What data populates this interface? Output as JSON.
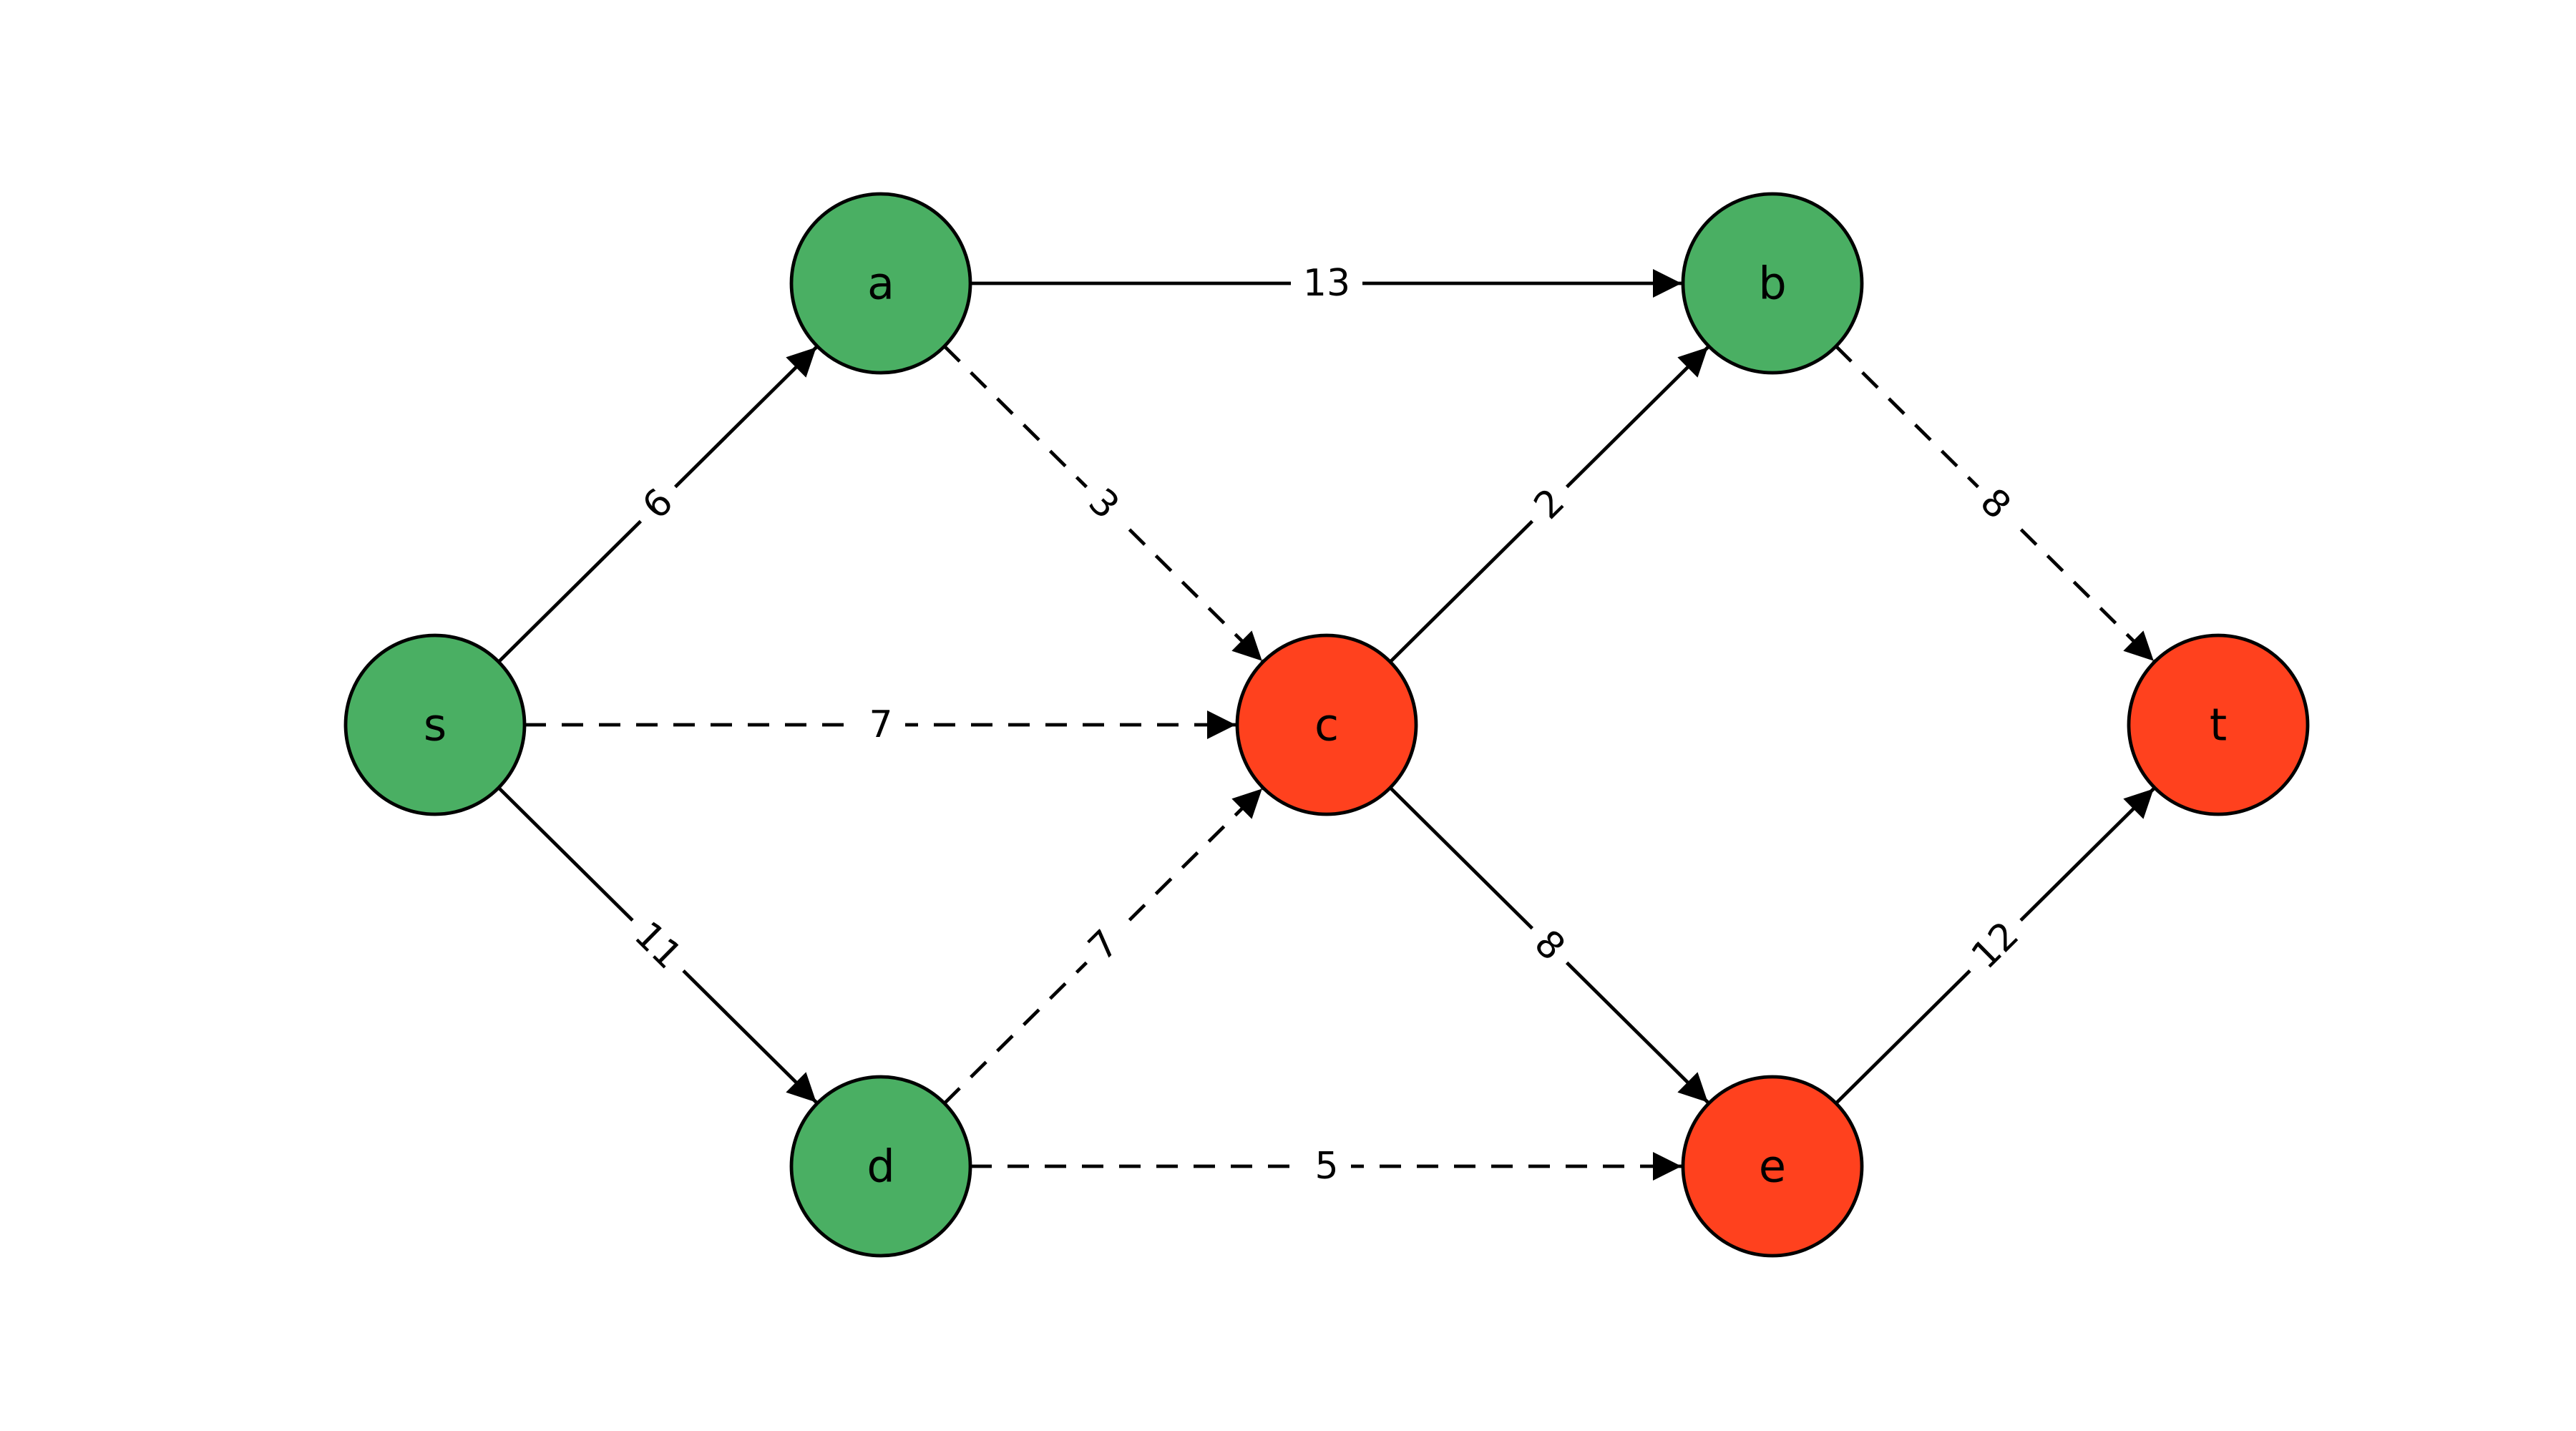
{
  "colors": {
    "source_side": "#4aaf63",
    "sink_side": "#ff411e",
    "stroke": "#000000"
  },
  "nodes": [
    {
      "id": "s",
      "label": "s",
      "side": "source_side"
    },
    {
      "id": "a",
      "label": "a",
      "side": "source_side"
    },
    {
      "id": "d",
      "label": "d",
      "side": "source_side"
    },
    {
      "id": "b",
      "label": "b",
      "side": "source_side"
    },
    {
      "id": "c",
      "label": "c",
      "side": "sink_side"
    },
    {
      "id": "e",
      "label": "e",
      "side": "sink_side"
    },
    {
      "id": "t",
      "label": "t",
      "side": "sink_side"
    }
  ],
  "edges": [
    {
      "from": "s",
      "to": "a",
      "weight": "6",
      "style": "solid"
    },
    {
      "from": "s",
      "to": "c",
      "weight": "7",
      "style": "dashed"
    },
    {
      "from": "s",
      "to": "d",
      "weight": "11",
      "style": "solid"
    },
    {
      "from": "a",
      "to": "b",
      "weight": "13",
      "style": "solid"
    },
    {
      "from": "a",
      "to": "c",
      "weight": "3",
      "style": "dashed"
    },
    {
      "from": "d",
      "to": "c",
      "weight": "7",
      "style": "dashed"
    },
    {
      "from": "d",
      "to": "e",
      "weight": "5",
      "style": "dashed"
    },
    {
      "from": "c",
      "to": "b",
      "weight": "2",
      "style": "solid"
    },
    {
      "from": "c",
      "to": "e",
      "weight": "8",
      "style": "solid"
    },
    {
      "from": "b",
      "to": "t",
      "weight": "8",
      "style": "dashed"
    },
    {
      "from": "e",
      "to": "t",
      "weight": "12",
      "style": "solid"
    }
  ]
}
